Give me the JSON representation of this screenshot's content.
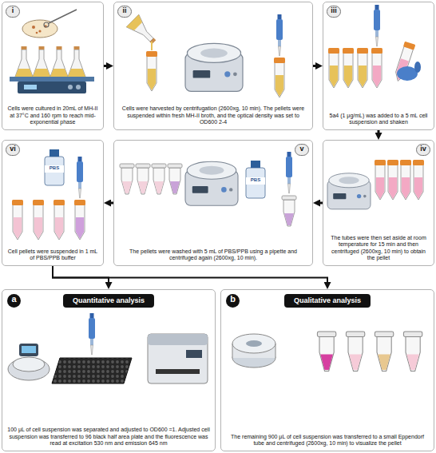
{
  "diagram": {
    "nodes": [
      {
        "text": [
          "i",
          "Cells were cultured in 20mL of MH-II at 37°C and 160 rpm to reach mid-exponential phase"
        ]
      },
      {
        "text": [
          "ii",
          "Cells were harvested by centrifugation (2600xg, 10 min). The pellets were suspended within fresh MH-II broth, and the optical density was set to OD600 2-4"
        ]
      },
      {
        "text": [
          "iii",
          "5a4 (1 μg/mL) was added to a 5 mL cell suspension and shaken"
        ]
      },
      {
        "text": [
          "iv",
          "The tubes were then set aside at room temperature for 15 min and then centrifuged (2600xg, 10 min) to obtain the pellet"
        ]
      },
      {
        "text": [
          "v",
          "The pellets were washed with 5 mL of PBS/PPB using a pipette and centrifuged again (2600xg, 10 min)."
        ]
      },
      {
        "text": [
          "vi",
          "Cell pellets were suspended in 1 mL of PBS/PPB buffer"
        ]
      },
      {
        "text": [
          "a",
          "Quantitative analysis",
          "100 μL of cell suspension was separated and adjusted to OD600 =1. Adjusted cell suspension was transferred to 96 black half area plate and the fluorescence was read at excitation 530 nm and emission 645 nm"
        ]
      },
      {
        "text": [
          "b",
          "Qualitative analysis",
          "The remaining 900 μL of cell suspension was transferred to a small Eppendorf tube and centrifuged (2600xg, 10 min) to visualize the pellet"
        ]
      }
    ],
    "edges": [
      {
        "from": 0,
        "to": 1,
        "arrow": "to"
      },
      {
        "from": 1,
        "to": 2,
        "arrow": "to"
      },
      {
        "from": 2,
        "to": 3,
        "arrow": "to"
      },
      {
        "from": 3,
        "to": 4,
        "arrow": "to"
      },
      {
        "from": 4,
        "to": 5,
        "arrow": "to"
      },
      {
        "from": 5,
        "to": 6,
        "arrow": "to"
      },
      {
        "from": 5,
        "to": 7,
        "arrow": "to"
      }
    ],
    "labels": [
      "PBS",
      "PBS"
    ]
  }
}
